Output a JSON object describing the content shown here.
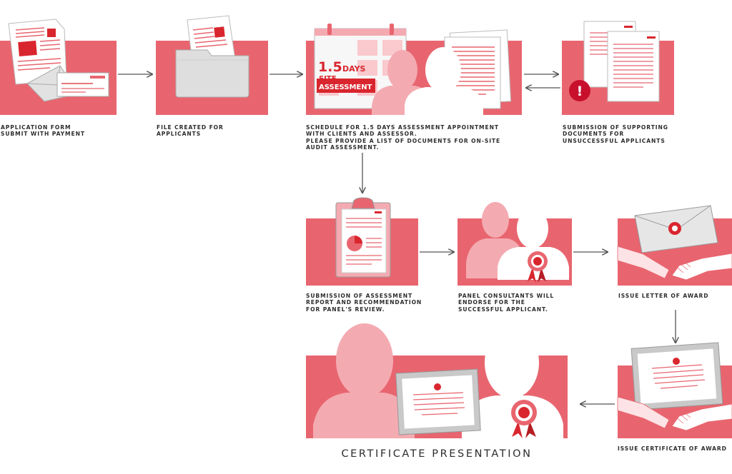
{
  "colors": {
    "panel": "#e8656f",
    "accent_red": "#d9262e",
    "paper": "#ffffff",
    "person_light": "#f4aab1",
    "ink": "#2d2d2d",
    "arrow": "#555555"
  },
  "steps": {
    "application": "APPLICATION FORM\nSUBMIT WITH PAYMENT",
    "file_created": "FILE CREATED FOR\nAPPLICANTS",
    "schedule": "SCHEDULE FOR 1.5 DAYS ASSESSMENT APPOINTMENT\nWITH CLIENTS AND ASSESSOR.\nPLEASE PROVIDE A LIST OF DOCUMENTS FOR ON-SITE\nAUDIT ASSESSMENT.",
    "supporting_docs": "SUBMISSION OF SUPPORTING\nDOCUMENTS FOR\nUNSUCCESSFUL APPLICANTS",
    "assessment_report": "SUBMISSION OF ASSESSMENT\nREPORT AND RECOMMENDATION\nFOR PANEL'S REVIEW.",
    "panel_endorse": "PANEL CONSULTANTS WILL\nENDORSE FOR THE\nSUCCESSFUL APPLICANT.",
    "letter_award": "ISSUE LETTER OF AWARD",
    "certificate_award": "ISSUE CERTIFICATE OF AWARD"
  },
  "calendar": {
    "days": "1.5",
    "days_unit": "DAYS",
    "site": "SITE",
    "assessment": "ASSESSMENT"
  },
  "warning_symbol": "!",
  "title": "CERTIFICATE PRESENTATION"
}
